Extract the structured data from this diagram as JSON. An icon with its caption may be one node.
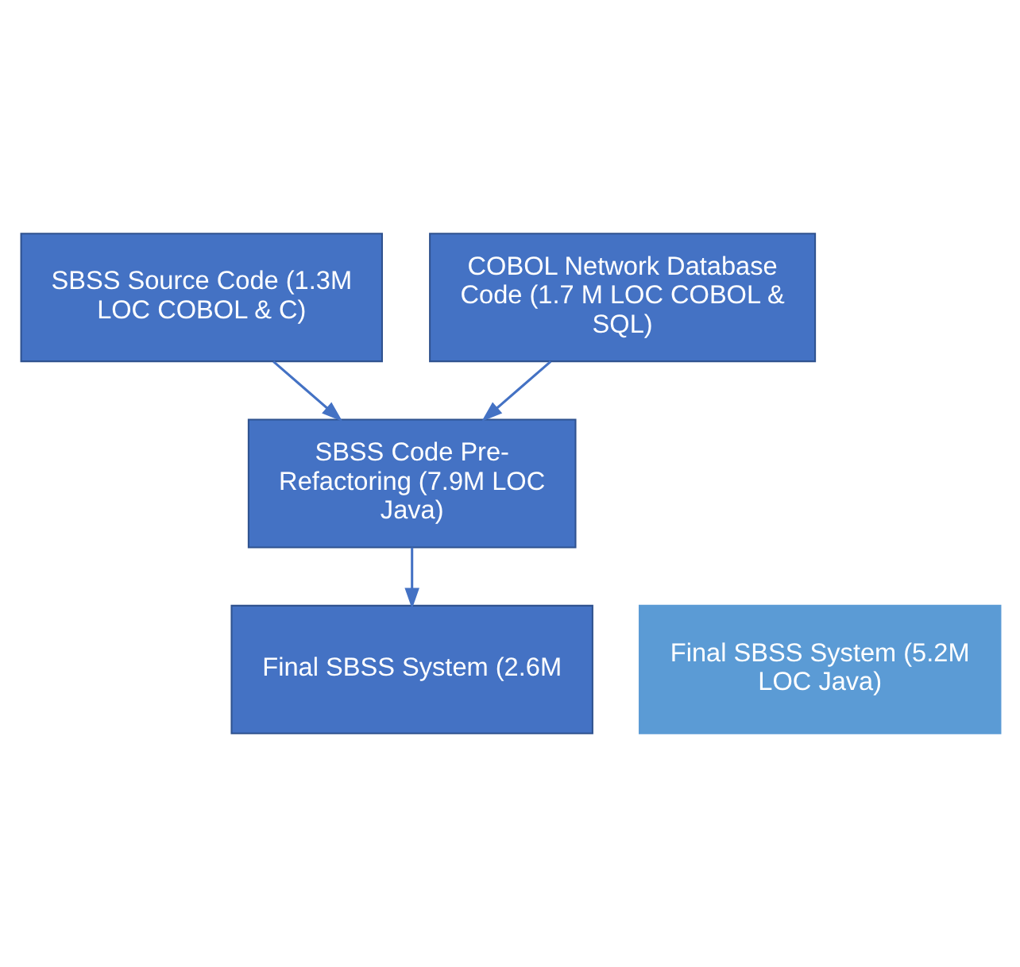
{
  "diagram": {
    "nodes": [
      {
        "text": [
          "SBSS Source Code (1.3M LOC COBOL & C)"
        ]
      },
      {
        "text": [
          "COBOL Network Database Code (1.7 M LOC COBOL & SQL)"
        ]
      },
      {
        "text": [
          "SBSS Code Pre-Refactoring (7.9M LOC Java)"
        ]
      },
      {
        "text": [
          "Final SBSS System (2.6M"
        ]
      },
      {
        "text": [
          "Final SBSS System (5.2M LOC Java)"
        ]
      }
    ],
    "edges": [
      {
        "from": 0,
        "to": 2,
        "arrow": "to"
      },
      {
        "from": 1,
        "to": 2,
        "arrow": "to"
      },
      {
        "from": 2,
        "to": 3,
        "arrow": "to"
      }
    ]
  }
}
